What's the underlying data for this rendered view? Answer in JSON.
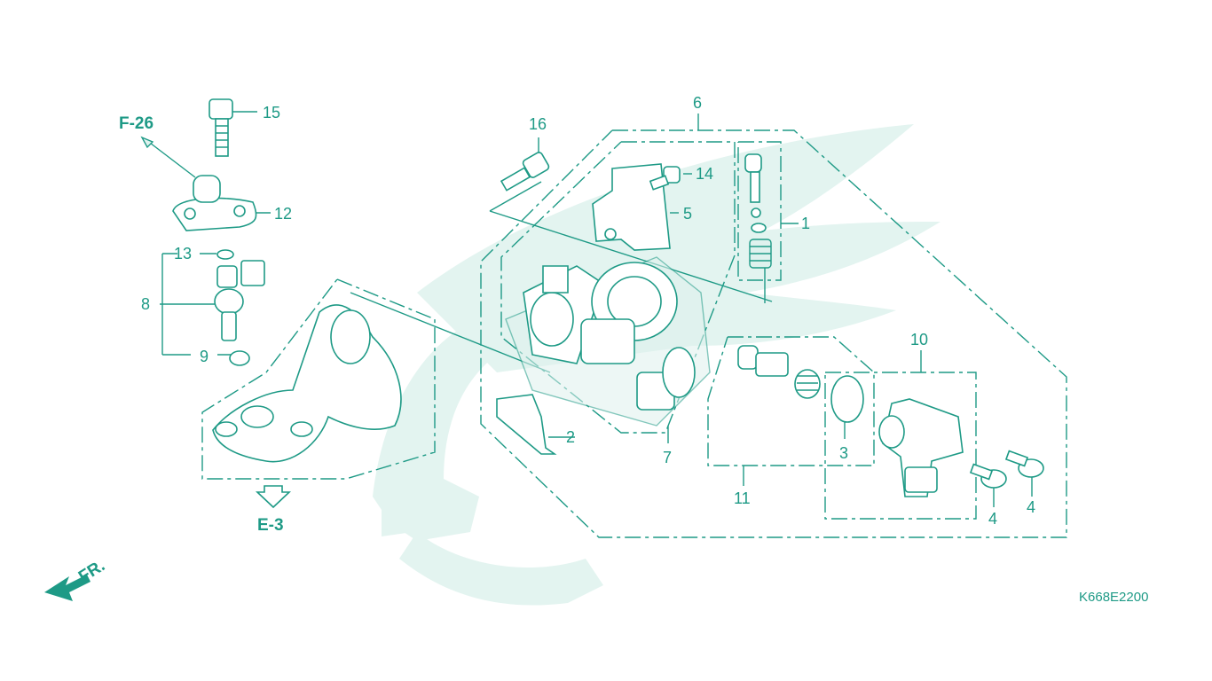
{
  "diagram": {
    "reference_code": "K668E2200",
    "direction_label": "FR.",
    "cross_refs": {
      "upper": "F-26",
      "lower": "E-3"
    },
    "part_labels": {
      "p1": "1",
      "p2": "2",
      "p3": "3",
      "p4a": "4",
      "p4b": "4",
      "p5": "5",
      "p6": "6",
      "p7": "7",
      "p8": "8",
      "p9": "9",
      "p10": "10",
      "p11": "11",
      "p12": "12",
      "p13": "13",
      "p14": "14",
      "p15": "15",
      "p16": "16"
    },
    "colors": {
      "line": "#1e9a86",
      "watermark": "#e3f4f0",
      "background": "#ffffff"
    }
  }
}
